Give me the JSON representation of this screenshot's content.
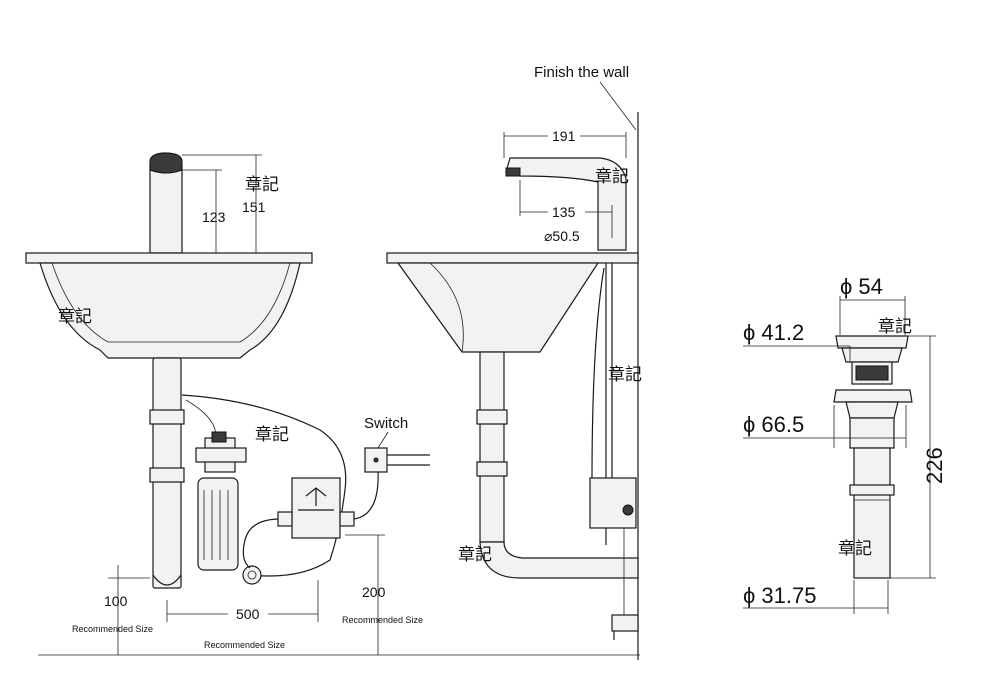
{
  "front_view": {
    "dim_123": "123",
    "dim_151": "151",
    "dim_100": "100",
    "dim_500": "500",
    "dim_200": "200",
    "rec_size_left": "Recommended Size",
    "rec_size_bottom": "Recommended Size",
    "rec_size_right": "Recommended Size",
    "switch_label": "Switch"
  },
  "side_view": {
    "finish_wall": "Finish the wall",
    "dim_191": "191",
    "dim_135": "135",
    "dim_diam": "⌀50.5"
  },
  "detail_view": {
    "d54": "ϕ 54",
    "d41": "ϕ 41.2",
    "d66": "ϕ 66.5",
    "d31": "ϕ 31.75",
    "h226": "226"
  },
  "watermark": "章記",
  "colors": {
    "line": "#1a1a1a",
    "fill": "#f2f2f2"
  }
}
